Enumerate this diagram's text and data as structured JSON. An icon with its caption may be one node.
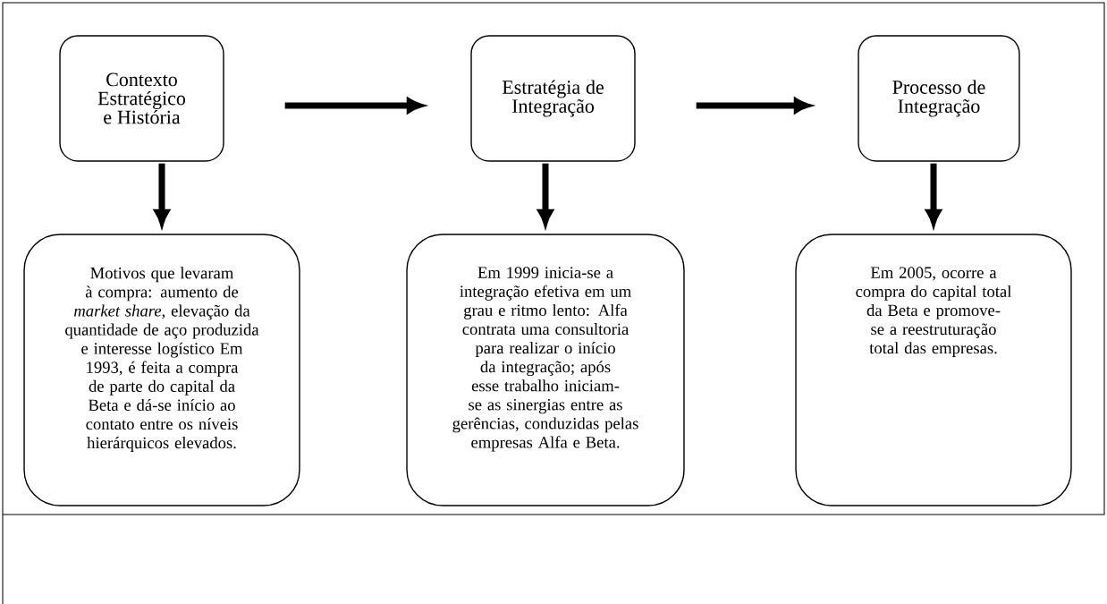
{
  "diagram": {
    "nodes": [
      {
        "text": [
          "Contexto Estratégico e História"
        ]
      },
      {
        "text": [
          "Estratégia de Integração"
        ]
      },
      {
        "text": [
          "Processo de Integração"
        ]
      },
      {
        "text": [
          "Motivos que levaram à compra: aumento de *market share*, elevação da quantidade de aço produzida e interesse logístico Em 1993, é feita a compra de parte do capital da Beta e dá-se início ao contato entre os níveis hierárquicos elevados."
        ]
      },
      {
        "text": [
          "Em 1999 inicia-se a integração efetiva em um grau e ritmo lento: Alfa contrata uma consultoria para realizar o início da integração; após esse trabalho iniciam-se as sinergias entre as gerências, conduzidas pelas empresas Alfa e Beta."
        ]
      },
      {
        "text": [
          "Em 2005, ocorre a compra do capital total da Beta e promove-se a reestruturação total das empresas."
        ]
      }
    ],
    "edges": [
      {
        "from": 0,
        "to": 1,
        "arrow": "to"
      },
      {
        "from": 1,
        "to": 2,
        "arrow": "to"
      },
      {
        "from": 0,
        "to": 3,
        "arrow": "to"
      },
      {
        "from": 1,
        "to": 4,
        "arrow": "to"
      },
      {
        "from": 2,
        "to": 5,
        "arrow": "to"
      }
    ]
  }
}
